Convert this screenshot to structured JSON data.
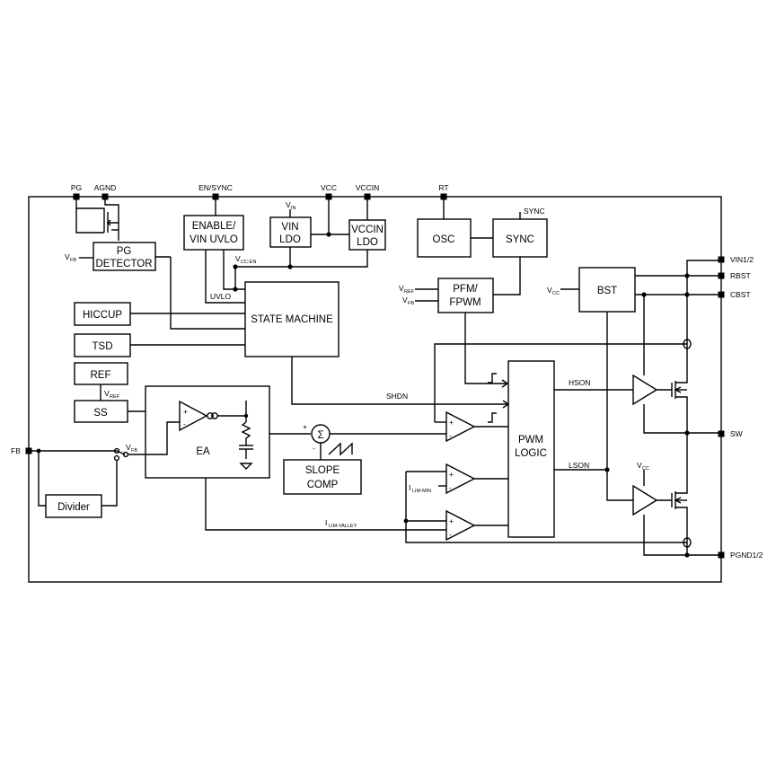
{
  "pins": {
    "pg": "PG",
    "agnd": "AGND",
    "en_sync": "EN/SYNC",
    "vcc": "VCC",
    "vccin": "VCCIN",
    "rt": "RT",
    "vin12": "VIN1/2",
    "rbst": "RBST",
    "cbst": "CBST",
    "sw": "SW",
    "pgnd12": "PGND1/2",
    "fb": "FB"
  },
  "blocks": {
    "enable_uvlo": [
      "ENABLE/",
      "VIN UVLO"
    ],
    "vin_ldo": [
      "VIN",
      "LDO"
    ],
    "vccin_ldo": [
      "VCCIN",
      "LDO"
    ],
    "osc": "OSC",
    "sync": "SYNC",
    "pg_detector": [
      "PG",
      "DETECTOR"
    ],
    "state_machine": "STATE MACHINE",
    "hiccup": "HICCUP",
    "tsd": "TSD",
    "ref": "REF",
    "ss": "SS",
    "ea": "EA",
    "pfm_fpwm": [
      "PFM/",
      "FPWM"
    ],
    "bst": "BST",
    "pwm_logic": [
      "PWM",
      "LOGIC"
    ],
    "slope_comp": [
      "SLOPE",
      "COMP"
    ],
    "divider": "Divider"
  },
  "signals": {
    "sync_in": "SYNC",
    "uvlo": "UVLO",
    "shdn": "SHDN",
    "hson": "HSON",
    "lson": "LSON"
  },
  "labels_sub": {
    "vin": {
      "main": "V",
      "sub": "IN"
    },
    "vcc_en": {
      "main": "V",
      "sub": "CC-EN"
    },
    "vfb_pg": {
      "main": "V",
      "sub": "FB"
    },
    "vref_ss": {
      "main": "V",
      "sub": "REF"
    },
    "vref_pfm": {
      "main": "V",
      "sub": "REF"
    },
    "vfb_pfm": {
      "main": "V",
      "sub": "FB"
    },
    "vcc_bst": {
      "main": "V",
      "sub": "CC"
    },
    "vcc_ls": {
      "main": "V",
      "sub": "CC"
    },
    "vfb_sw": {
      "main": "V",
      "sub": "FB"
    },
    "ilim_min": {
      "main": "I",
      "sub": "LIM-MIN"
    },
    "ilim_valley": {
      "main": "I",
      "sub": "LIM-VALLEY"
    }
  },
  "symbols": {
    "plus": "+",
    "minus": "-",
    "sigma": "Σ"
  }
}
